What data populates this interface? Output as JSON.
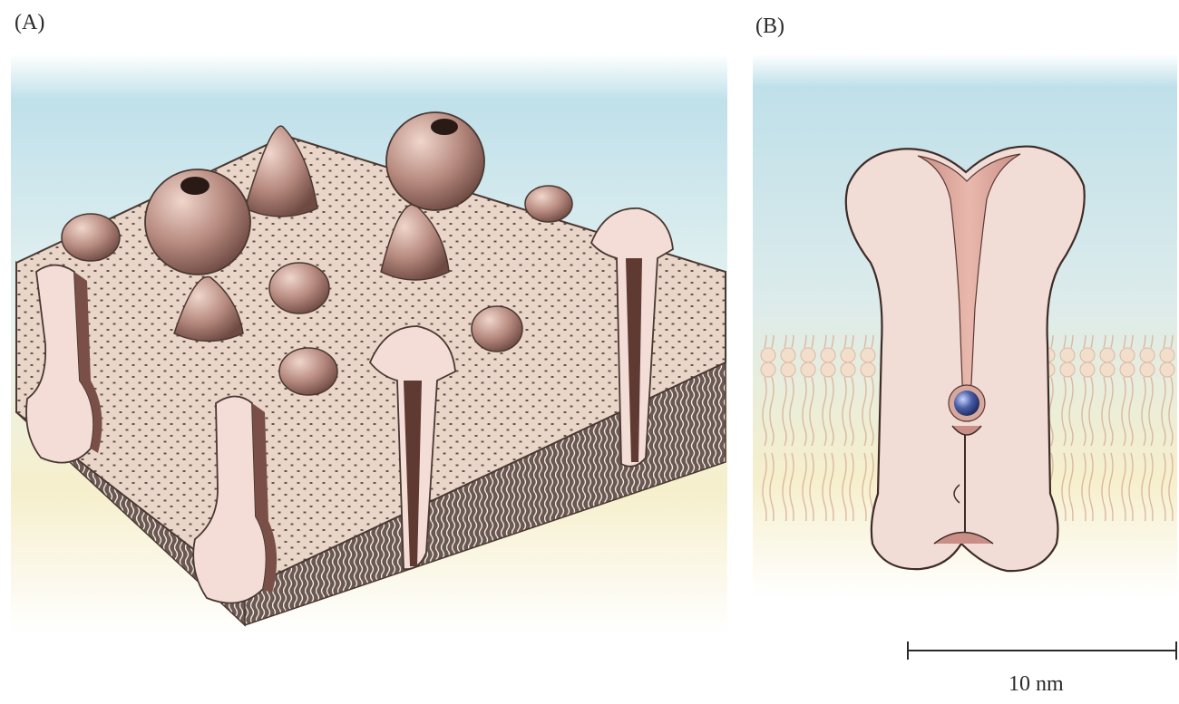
{
  "panels": {
    "a": {
      "label": "(A)"
    },
    "b": {
      "label": "(B)"
    }
  },
  "scale_bar": {
    "label": "10 nm"
  },
  "colors": {
    "extracellular": "#bfe0ea",
    "intracellular": "#f6efcc",
    "protein": "#b78a7f",
    "protein_light": "#f3ddd6",
    "lipid_head": "#e8d2c2",
    "ion": "#4a5ea8"
  }
}
